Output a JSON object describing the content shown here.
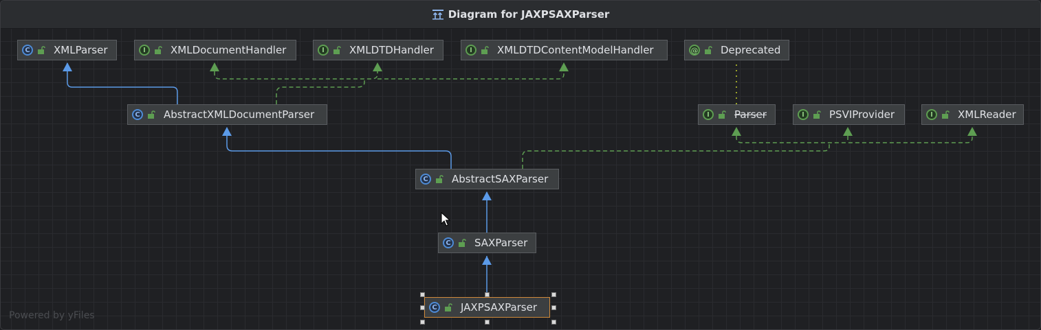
{
  "window": {
    "title": "Diagram for JAXPSAXParser"
  },
  "watermark": "Powered by yFiles",
  "colors": {
    "extends_edge": "#5b9ae8",
    "implements_edge": "#5e9e52",
    "annotation_edge": "#9aa32a",
    "selection_border": "#d08a3a"
  },
  "nodes": [
    {
      "id": "XMLParser",
      "label": "XMLParser",
      "kind": "class",
      "kind_symbol": "C"
    },
    {
      "id": "XMLDocumentHandler",
      "label": "XMLDocumentHandler",
      "kind": "interface",
      "kind_symbol": "I"
    },
    {
      "id": "XMLDTDHandler",
      "label": "XMLDTDHandler",
      "kind": "interface",
      "kind_symbol": "I"
    },
    {
      "id": "XMLDTDContentModelHandler",
      "label": "XMLDTDContentModelHandler",
      "kind": "interface",
      "kind_symbol": "I"
    },
    {
      "id": "Deprecated",
      "label": "Deprecated",
      "kind": "annotation",
      "kind_symbol": "@"
    },
    {
      "id": "AbstractXMLDocumentParser",
      "label": "AbstractXMLDocumentParser",
      "kind": "class",
      "kind_symbol": "C"
    },
    {
      "id": "Parser",
      "label": "Parser",
      "kind": "interface",
      "kind_symbol": "I",
      "deprecated": true
    },
    {
      "id": "PSVIProvider",
      "label": "PSVIProvider",
      "kind": "interface",
      "kind_symbol": "I"
    },
    {
      "id": "XMLReader",
      "label": "XMLReader",
      "kind": "interface",
      "kind_symbol": "I"
    },
    {
      "id": "AbstractSAXParser",
      "label": "AbstractSAXParser",
      "kind": "class",
      "kind_symbol": "C"
    },
    {
      "id": "SAXParser",
      "label": "SAXParser",
      "kind": "class",
      "kind_symbol": "C"
    },
    {
      "id": "JAXPSAXParser",
      "label": "JAXPSAXParser",
      "kind": "class",
      "kind_symbol": "C",
      "selected": true
    }
  ],
  "edges": [
    {
      "from": "AbstractXMLDocumentParser",
      "to": "XMLParser",
      "type": "extends"
    },
    {
      "from": "AbstractXMLDocumentParser",
      "to": "XMLDocumentHandler",
      "type": "implements"
    },
    {
      "from": "AbstractXMLDocumentParser",
      "to": "XMLDTDHandler",
      "type": "implements"
    },
    {
      "from": "AbstractXMLDocumentParser",
      "to": "XMLDTDContentModelHandler",
      "type": "implements"
    },
    {
      "from": "Parser",
      "to": "Deprecated",
      "type": "annotated"
    },
    {
      "from": "AbstractSAXParser",
      "to": "AbstractXMLDocumentParser",
      "type": "extends"
    },
    {
      "from": "AbstractSAXParser",
      "to": "Parser",
      "type": "implements"
    },
    {
      "from": "AbstractSAXParser",
      "to": "PSVIProvider",
      "type": "implements"
    },
    {
      "from": "AbstractSAXParser",
      "to": "XMLReader",
      "type": "implements"
    },
    {
      "from": "SAXParser",
      "to": "AbstractSAXParser",
      "type": "extends"
    },
    {
      "from": "JAXPSAXParser",
      "to": "SAXParser",
      "type": "extends"
    }
  ]
}
